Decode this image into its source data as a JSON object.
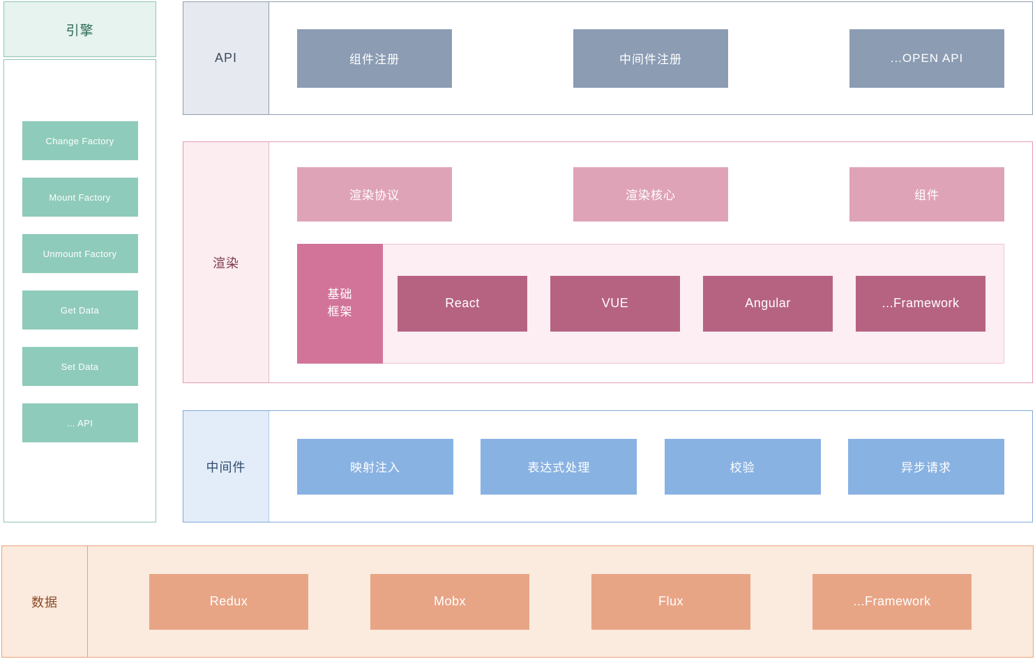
{
  "engine": {
    "title": "引擎",
    "items": [
      {
        "label": "Change Factory"
      },
      {
        "label": "Mount Factory"
      },
      {
        "label": "Unmount Factory"
      },
      {
        "label": "Get Data"
      },
      {
        "label": "Set Data"
      },
      {
        "label": "... API"
      }
    ]
  },
  "api_layer": {
    "label": "API",
    "items": [
      {
        "label": "组件注册"
      },
      {
        "label": "中间件注册"
      },
      {
        "label": "...OPEN API"
      }
    ]
  },
  "render_layer": {
    "label": "渲染",
    "items": [
      {
        "label": "渲染协议"
      },
      {
        "label": "渲染核心"
      },
      {
        "label": "组件"
      }
    ],
    "frameworks_label_line1": "基础",
    "frameworks_label_line2": "框架",
    "frameworks": [
      {
        "label": "React"
      },
      {
        "label": "VUE"
      },
      {
        "label": "Angular"
      },
      {
        "label": "...Framework"
      }
    ]
  },
  "middleware_layer": {
    "label": "中间件",
    "items": [
      {
        "label": "映射注入"
      },
      {
        "label": "表达式处理"
      },
      {
        "label": "校验"
      },
      {
        "label": "异步请求"
      }
    ]
  },
  "data_layer": {
    "label": "数据",
    "items": [
      {
        "label": "Redux"
      },
      {
        "label": "Mobx"
      },
      {
        "label": "Flux"
      },
      {
        "label": "...Framework"
      }
    ]
  },
  "colors": {
    "engine_accent": "#8fcbba",
    "engine_header_bg": "#e6f3ee",
    "api_accent": "#8b9cb3",
    "api_label_bg": "#e6e9ef",
    "render_accent": "#dfa3b8",
    "render_framework_accent": "#b66382",
    "render_base_accent": "#d2749a",
    "render_label_bg": "#fcedf1",
    "middleware_accent": "#88b2e2",
    "middleware_label_bg": "#e3edf9",
    "data_accent": "#e8a586",
    "data_label_bg": "#fbeade"
  }
}
